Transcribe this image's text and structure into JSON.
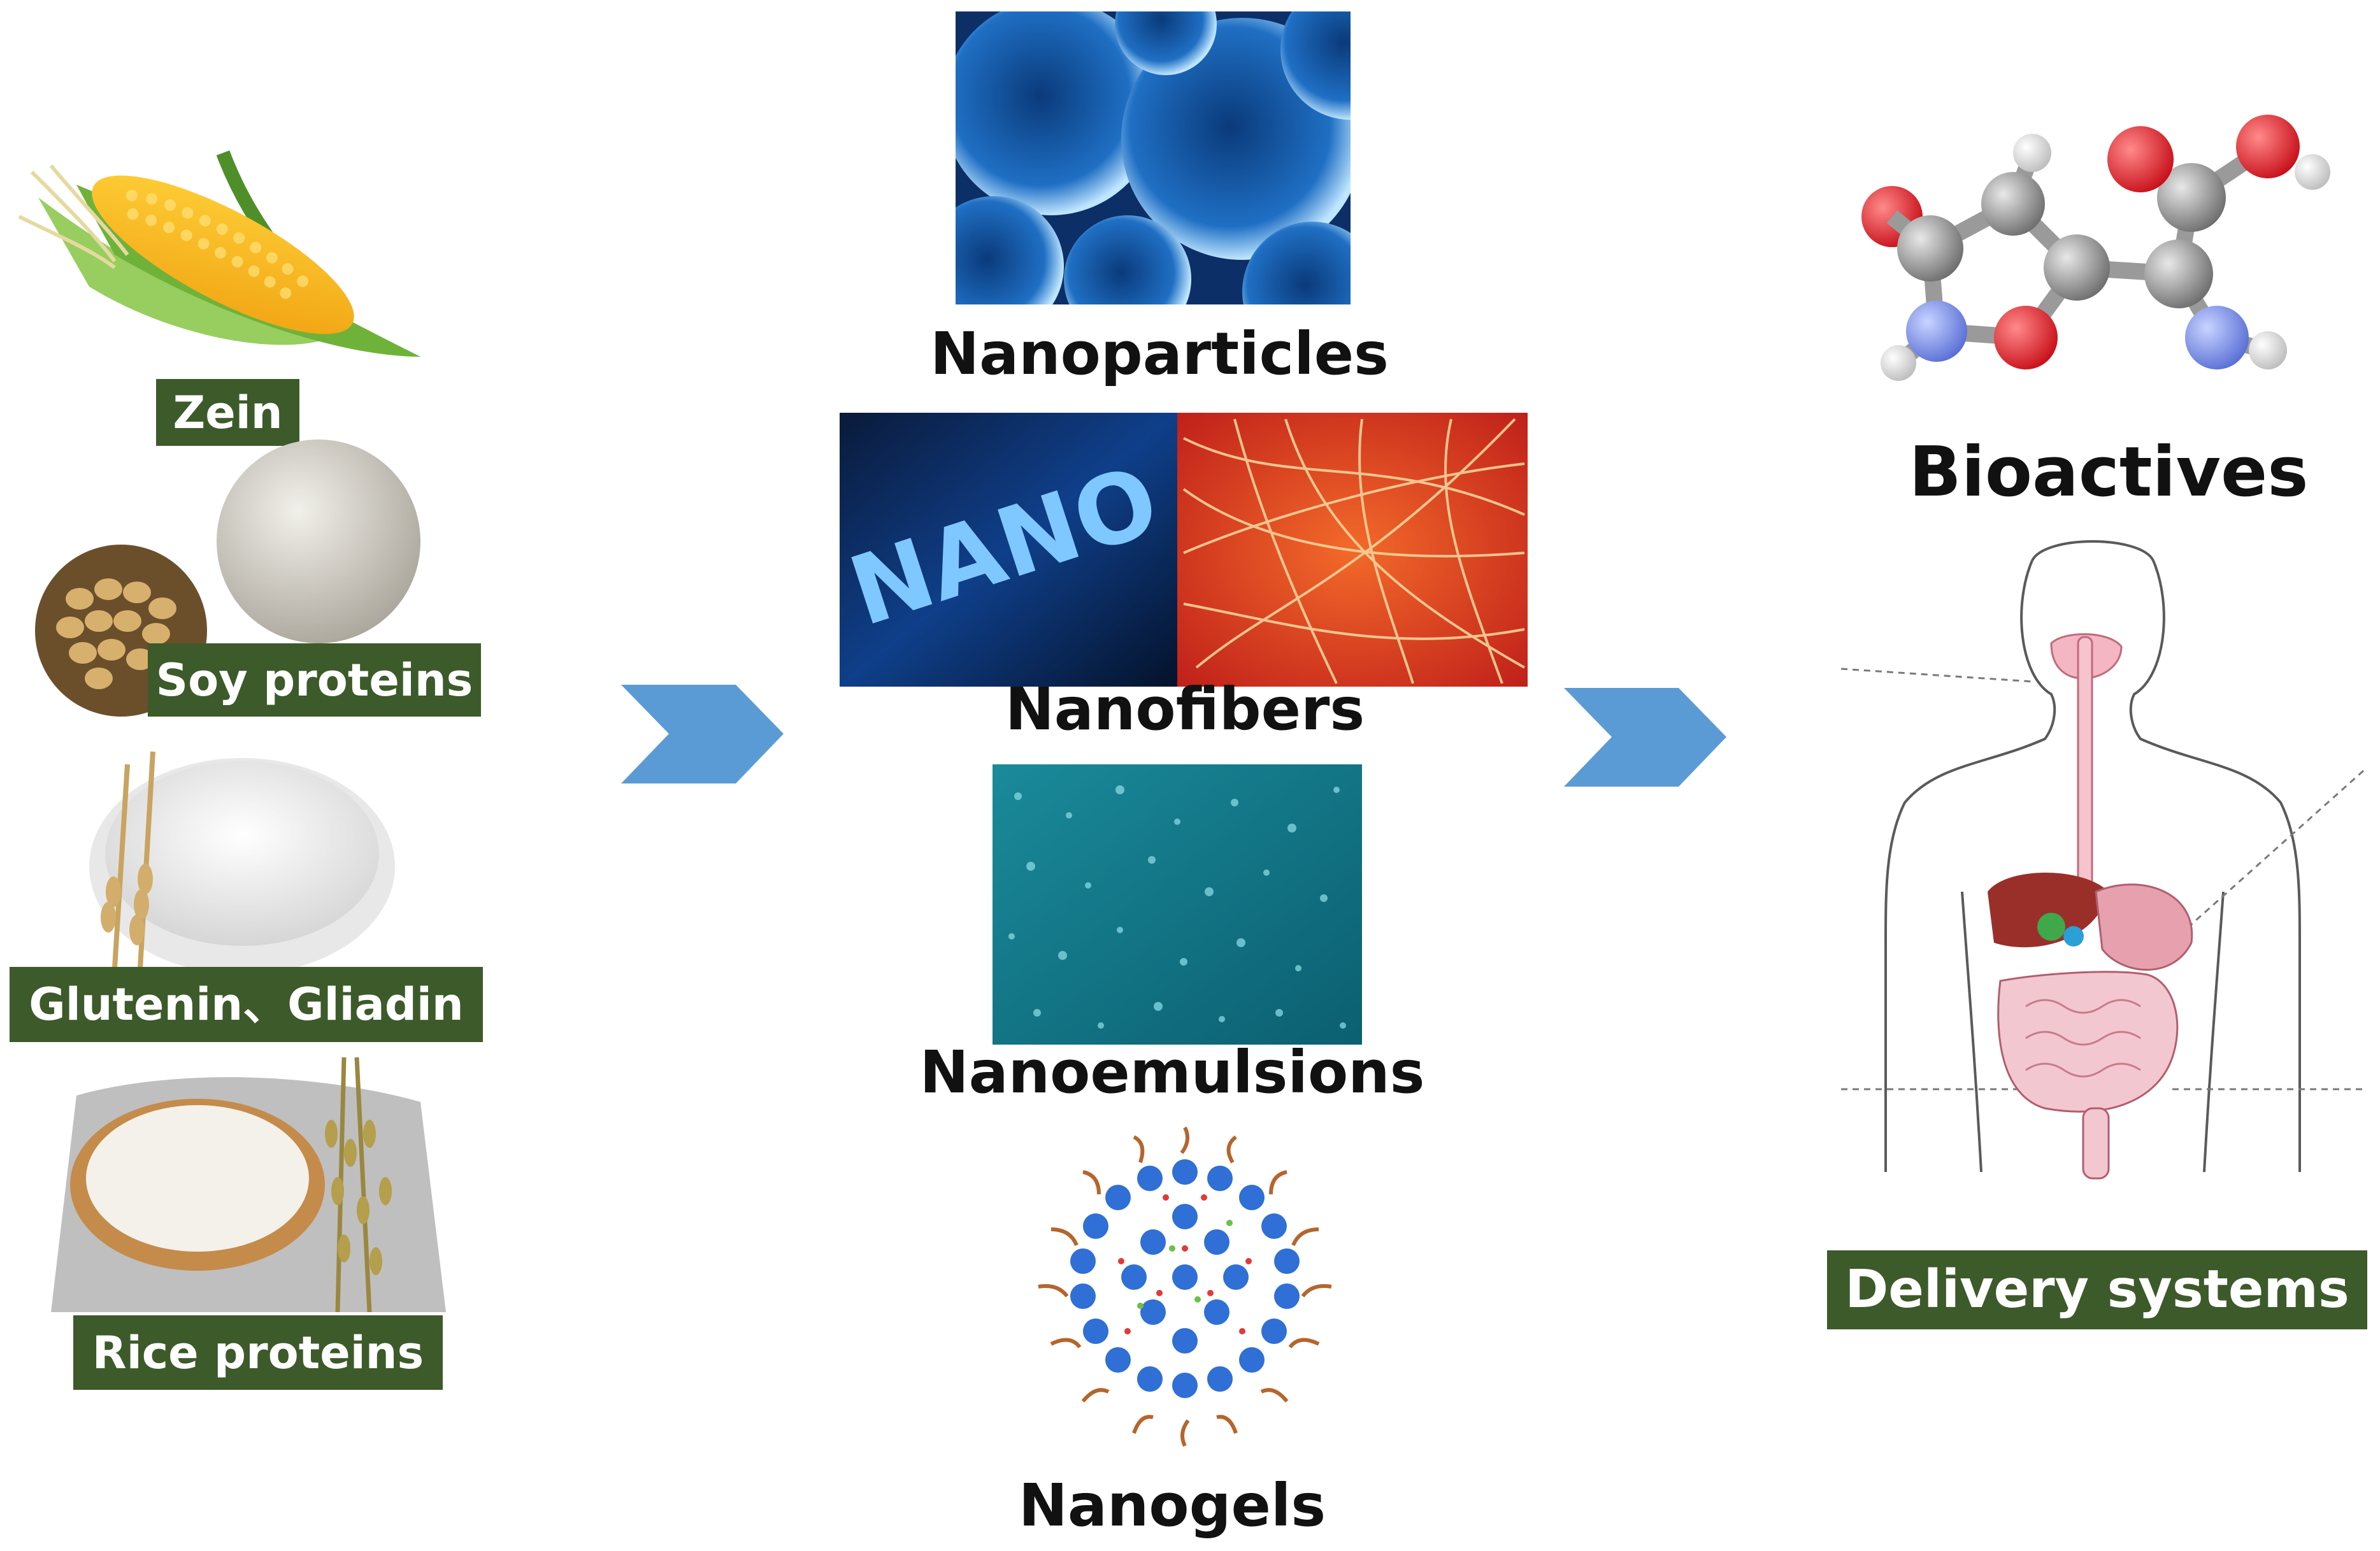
{
  "sources": {
    "zein": "Zein",
    "soy": "Soy proteins",
    "glutenin": "Glutenin、Gliadin",
    "rice": "Rice proteins"
  },
  "forms": {
    "nanoparticles": "Nanoparticles",
    "nanofibers": "Nanofibers",
    "nanofibers_inset": "NANO",
    "nanoemulsions": "Nanoemulsions",
    "nanogels": "Nanogels"
  },
  "applications": {
    "bioactives": "Bioactives",
    "delivery": "Delivery systems"
  },
  "icons": {
    "arrow": "chevron-right-icon",
    "molecule": "molecule-icon",
    "body": "digestive-system-icon"
  },
  "colors": {
    "label_bg": "#3d5a2a",
    "arrow": "#5b9bd5",
    "text": "#111111"
  }
}
